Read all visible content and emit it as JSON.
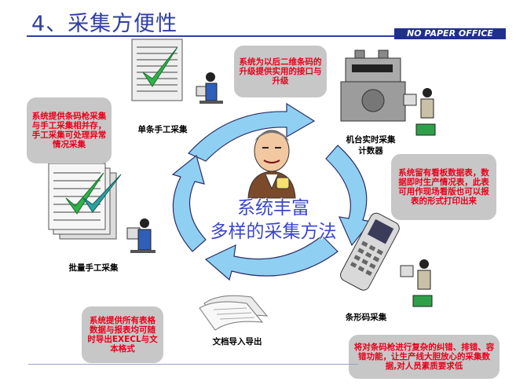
{
  "slide": {
    "title": "4、采集方便性",
    "brand": "NO PAPER OFFICE"
  },
  "center": {
    "line1": "系统丰富",
    "line2": "多样的采集方法"
  },
  "nodes": {
    "single_manual": "单条手工采集",
    "machine_realtime": "机台实时采集",
    "counter": "计数器",
    "batch_manual": "批量手工采集",
    "barcode": "条形码采集",
    "doc_io": "文档导入导出"
  },
  "callouts": {
    "top_center": "系统为以后二维条码的升级提供实用的接口与升级",
    "left_top": "系统提供条码枪采集与手工采集相并存，手工采集可处理异常情况采集",
    "right_middle": "系统留有看板数据表，数据即时生产情况表，此表可用作现场看版也可以报表的形式打印出来",
    "left_bottom": "系统提供所有表格数据与报表均可随时导出EXECL与文本格式",
    "right_bottom": "将对条码枪进行复杂的纠错、排错、容错功能，让生产线大胆放心的采集数据,对人员素质要求低"
  },
  "colors": {
    "title": "#2f3fa0",
    "callout_bg": "#c7c7c7",
    "callout_text": "#e8001a",
    "arrow": "#8fd0f2",
    "center_text": "#3b48c8"
  }
}
